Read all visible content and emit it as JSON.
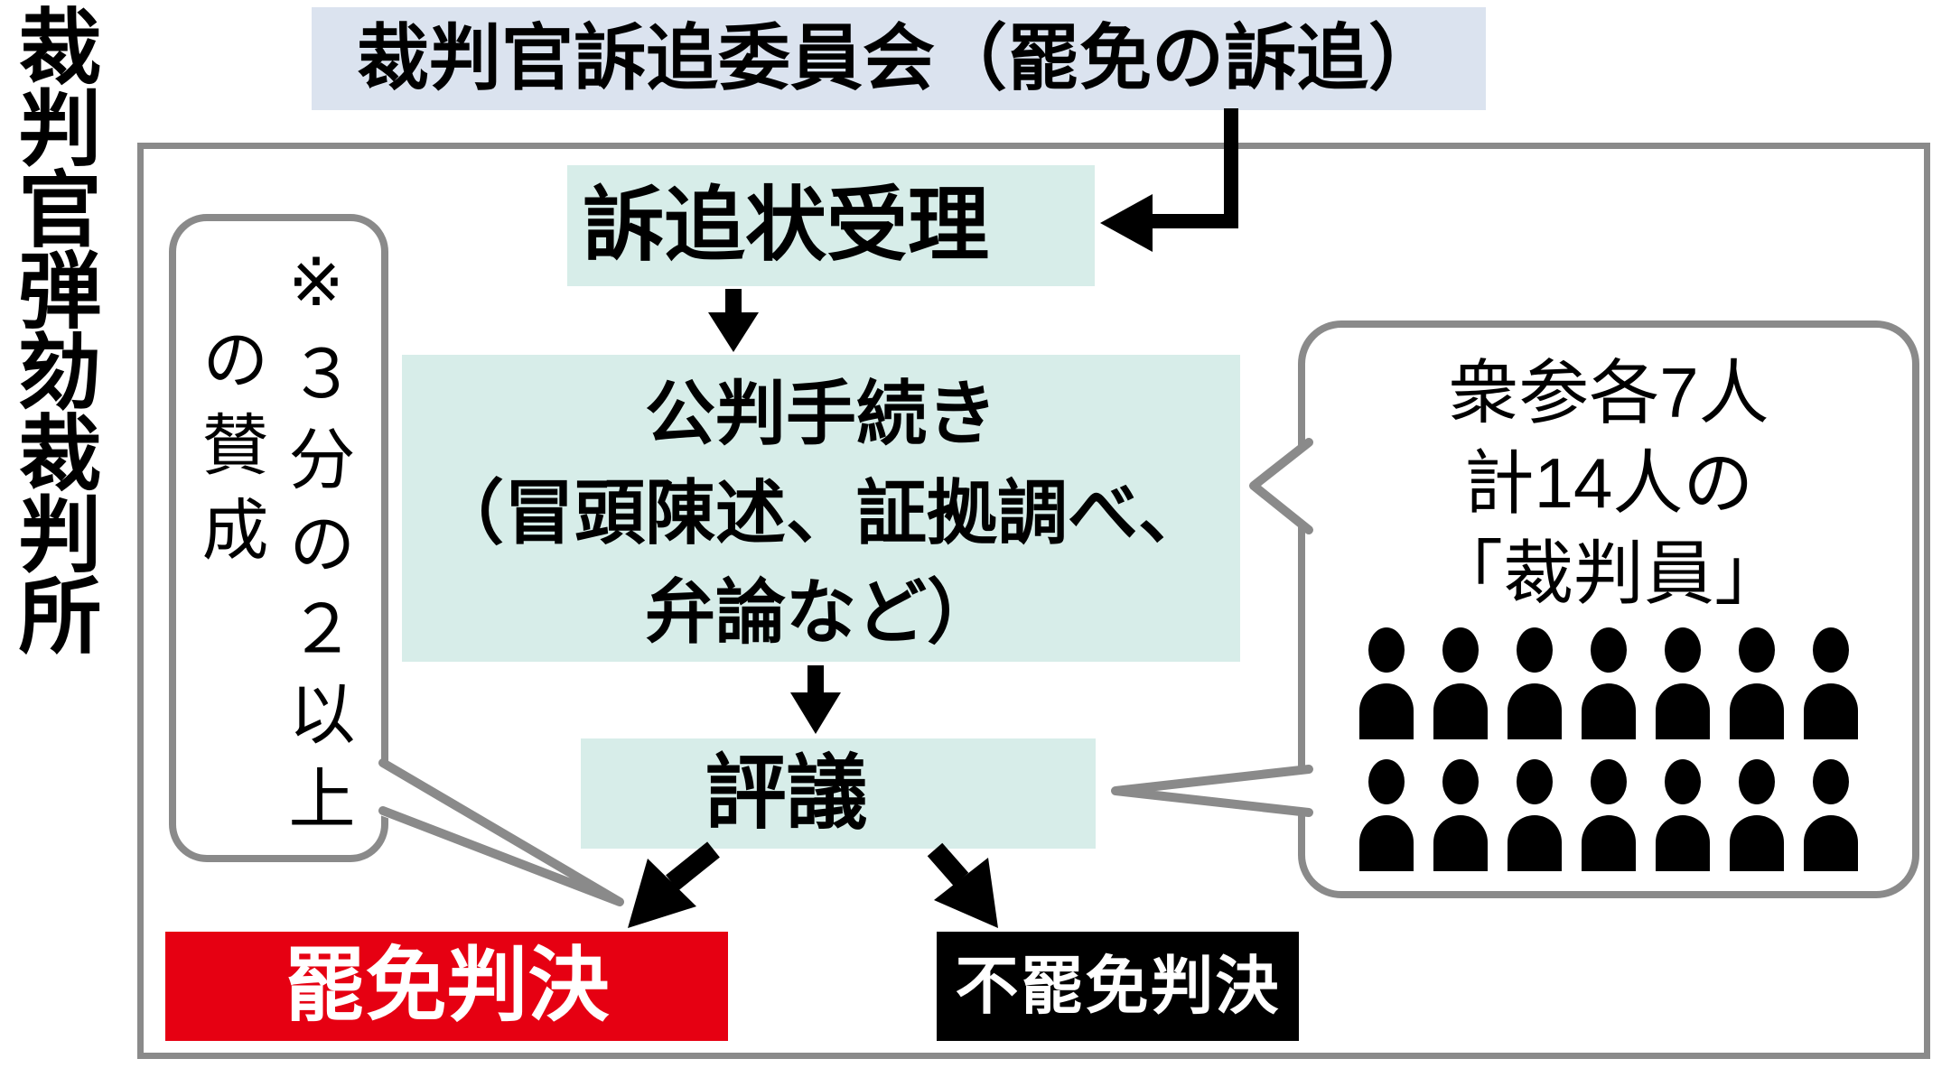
{
  "diagram": {
    "side_title": "裁判官弾劾裁判所",
    "committee": {
      "label": "裁判官訴追委員会（罷免の訴追）"
    },
    "steps": {
      "receipt": "訴追状受理",
      "trial_line1": "公判手続き",
      "trial_line2": "（冒頭陳述、証拠調べ、",
      "trial_line3": "弁論など）",
      "deliberation": "評議"
    },
    "outcomes": {
      "dismissal": "罷免判決",
      "non_dismissal": "不罷免判決"
    },
    "supermajority_note": {
      "column_right": "※３分の２以上",
      "column_left": "の賛成"
    },
    "jury_note": {
      "line1": "衆参各7人",
      "line2": "計14人の",
      "line3": "「裁判員」",
      "icon_rows": 2,
      "icons_per_row": 7
    },
    "colors": {
      "committee_bg": "#dbe3ef",
      "step_bg": "#d7ede9",
      "dismissal_bg": "#e60012",
      "non_dismissal_bg": "#000000",
      "outline_gray": "#8a8a8a",
      "arrow_black": "#000000"
    }
  }
}
